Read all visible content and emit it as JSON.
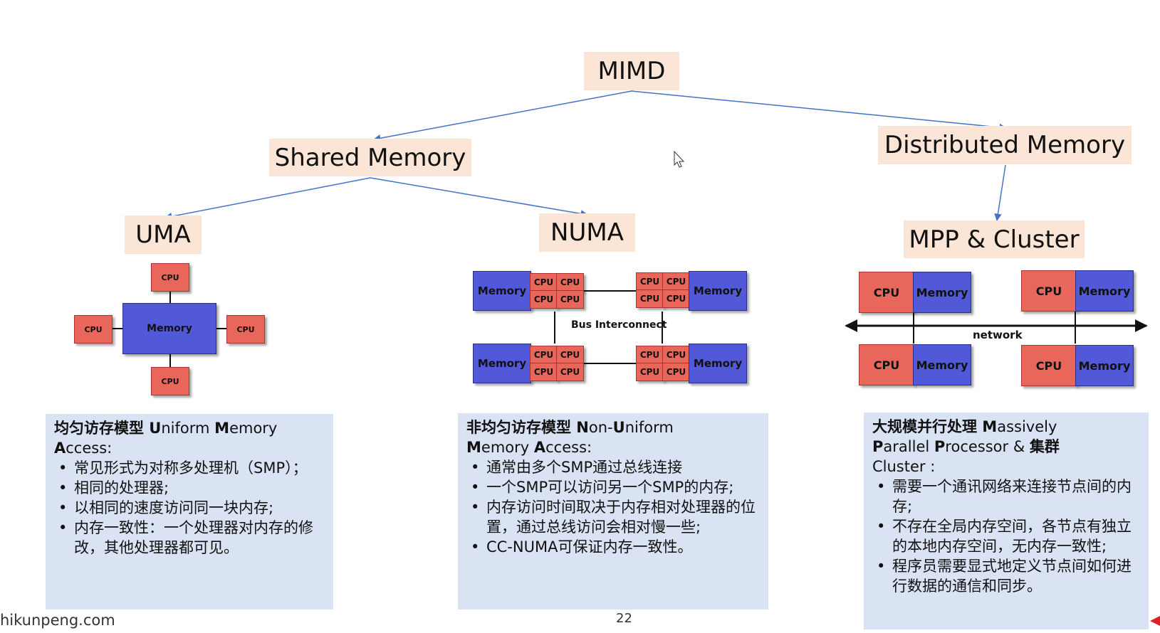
{
  "tree": {
    "root": "MIMD",
    "shared": "Shared Memory",
    "distributed": "Distributed Memory",
    "uma": "UMA",
    "numa": "NUMA",
    "mpp": "MPP & Cluster"
  },
  "diagram_labels": {
    "cpu": "CPU",
    "memory": "Memory",
    "bus": "Bus Interconnect",
    "network": "network"
  },
  "boxes": {
    "uma": {
      "title_bold_1": "均匀访存模型 U",
      "title_2": "niform ",
      "title_bold_3": "M",
      "title_4": "emory",
      "title_bold_5": "A",
      "title_6": "ccess:",
      "bullets": [
        "常见形式为对称多处理机（SMP）；",
        "相同的处理器;",
        "以相同的速度访问同一块内存;",
        "内存一致性：一个处理器对内存的修改，其他处理器都可见。"
      ]
    },
    "numa": {
      "title_bold_1": "非均匀访存模型 N",
      "title_2": "on-",
      "title_bold_3": "U",
      "title_4": "niform",
      "title_bold_5": "M",
      "title_6": "emory ",
      "title_bold_7": "A",
      "title_8": "ccess:",
      "bullets": [
        "通常由多个SMP通过总线连接",
        "一个SMP可以访问另一个SMP的内存;",
        "内存访问时间取决于内存相对处理器的位置，通过总线访问会相对慢一些;",
        "CC-NUMA可保证内存一致性。"
      ]
    },
    "mpp": {
      "title_bold_1": "大规模并行处理 M",
      "title_2": "assively",
      "title_bold_3": "P",
      "title_4": "arallel ",
      "title_bold_5": "P",
      "title_6": "rocessor & ",
      "title_bold_7": "集群",
      "title_8": "Cluster :",
      "bullets": [
        "需要一个通讯网络来连接节点间的内存;",
        "不存在全局内存空间，各节点有独立的本地内存空间，无内存一致性;",
        "程序员需要显式地定义节点间如何进行数据的通信和同步。"
      ]
    }
  },
  "footer": {
    "site": "hikunpeng.com",
    "page": "22"
  },
  "colors": {
    "node_bg": "#fbe5d6",
    "box_bg": "#dae3f3",
    "cpu": "#e8675a",
    "memory": "#5259d8",
    "arrow": "#4472c4"
  }
}
